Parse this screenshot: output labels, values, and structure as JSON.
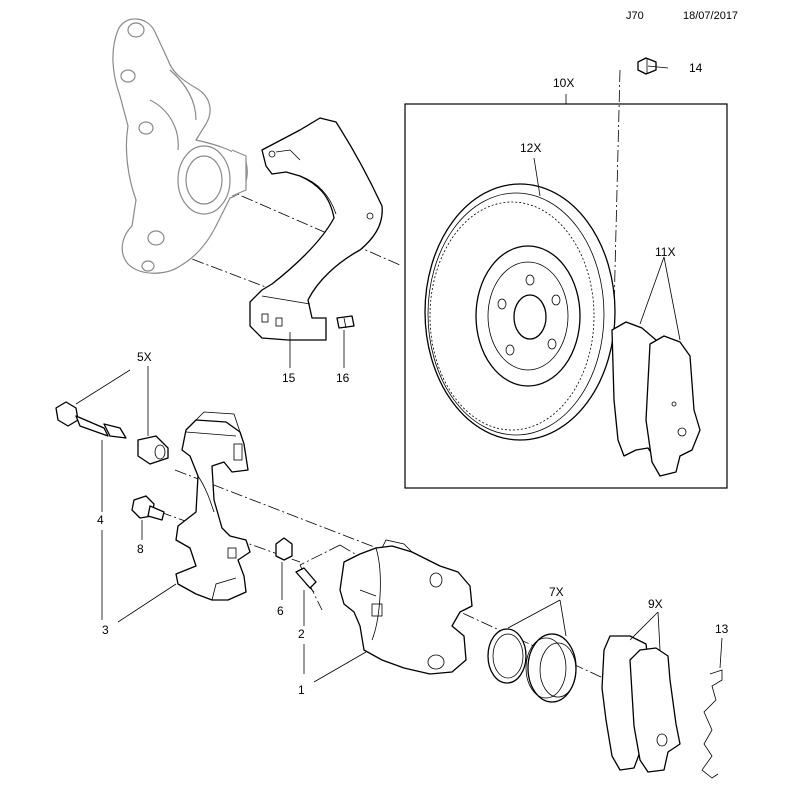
{
  "header": {
    "code": "J70",
    "date": "18/07/2017"
  },
  "callouts": {
    "c1": "1",
    "c2": "2",
    "c3": "3",
    "c4": "4",
    "c5x": "5X",
    "c6": "6",
    "c7x": "7X",
    "c8": "8",
    "c9x": "9X",
    "c10x": "10X",
    "c11x": "11X",
    "c12x": "12X",
    "c13": "13",
    "c14": "14",
    "c15": "15",
    "c16": "16"
  }
}
